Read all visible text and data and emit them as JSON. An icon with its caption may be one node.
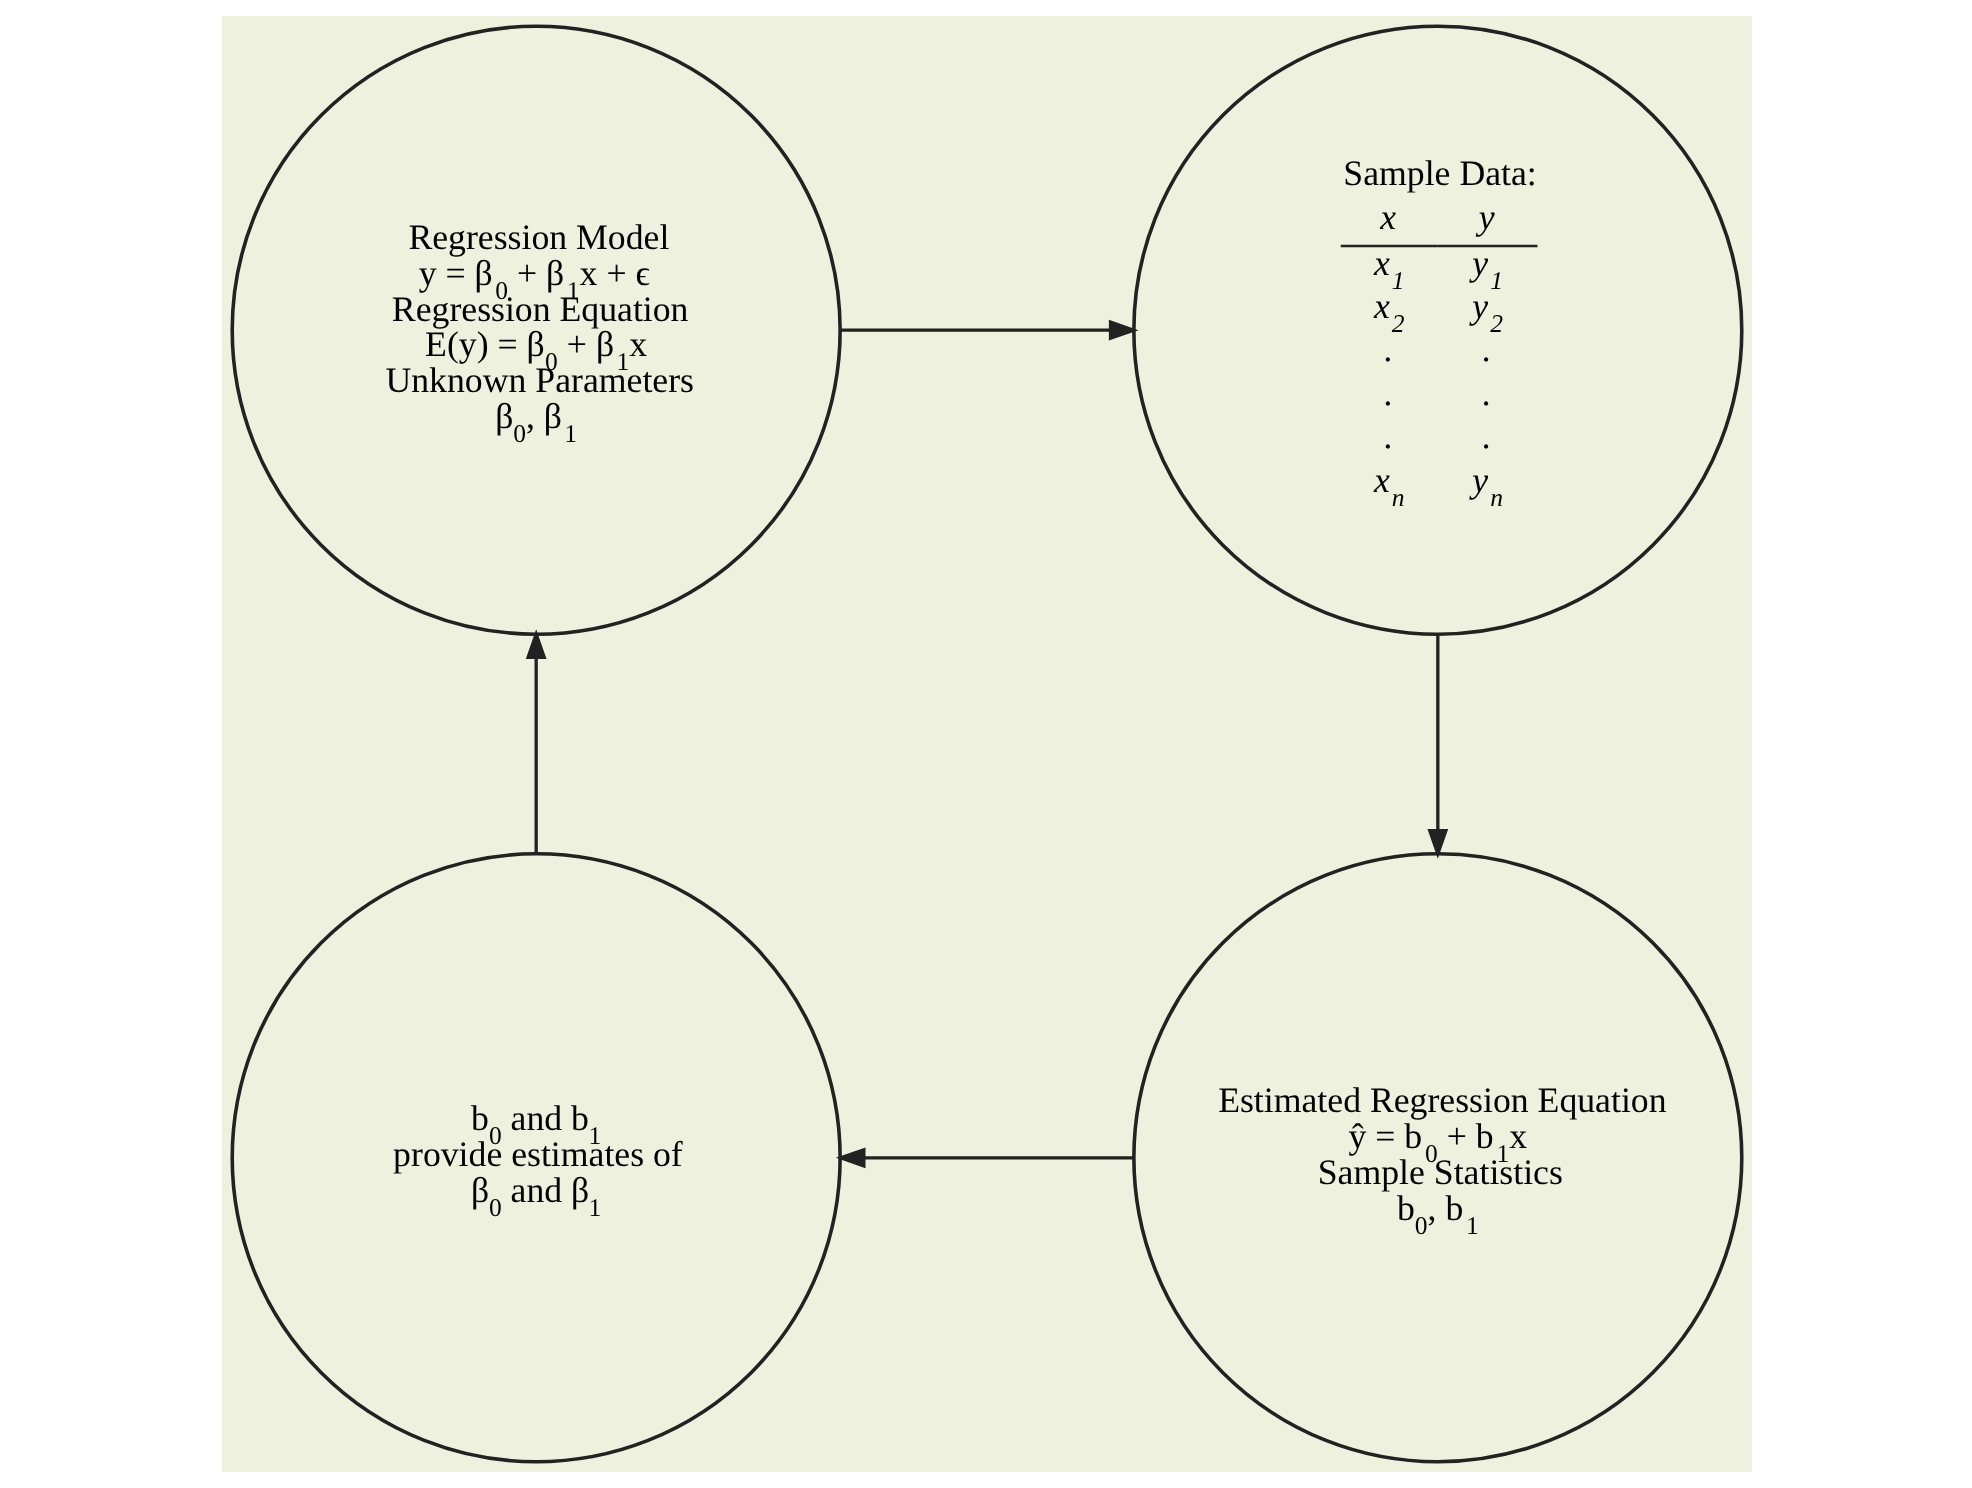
{
  "diagram": {
    "nodes": [
      {
        "text": [
          "Regression Model",
          "y = β$_{0}$ + β$_{1}$x + ϵ",
          "Regression Equation",
          "E(y) = β$_{0}$ + β$_{1}$x",
          "Unknown Parameters",
          "β$_{0}$, β$_{1}$"
        ]
      },
      {
        "text": [
          "Sample Data:",
          "x",
          "y",
          "x$_{1}$",
          "y$_{1}$",
          "x$_{2}$",
          "y$_{2}$",
          ".",
          ".",
          ".",
          ".",
          ".",
          ".",
          "x$_{n}$",
          "y$_{n}$"
        ]
      },
      {
        "text": [
          "Estimated Regression Equation",
          "ŷ = b$_{0}$ + b$_{1}$x",
          "Sample Statistics",
          "b$_{0}$, b$_{1}$"
        ]
      },
      {
        "text": [
          "b$_{0}$ and b$_{1}$",
          "provide estimates of",
          "β$_{0}$ and β$_{1}$"
        ]
      }
    ],
    "edges": [
      {
        "from": 0,
        "to": 1,
        "arrow": "to"
      },
      {
        "from": 1,
        "to": 2,
        "arrow": "to"
      },
      {
        "from": 2,
        "to": 3,
        "arrow": "to"
      },
      {
        "from": 3,
        "to": 0,
        "arrow": "to"
      }
    ]
  }
}
